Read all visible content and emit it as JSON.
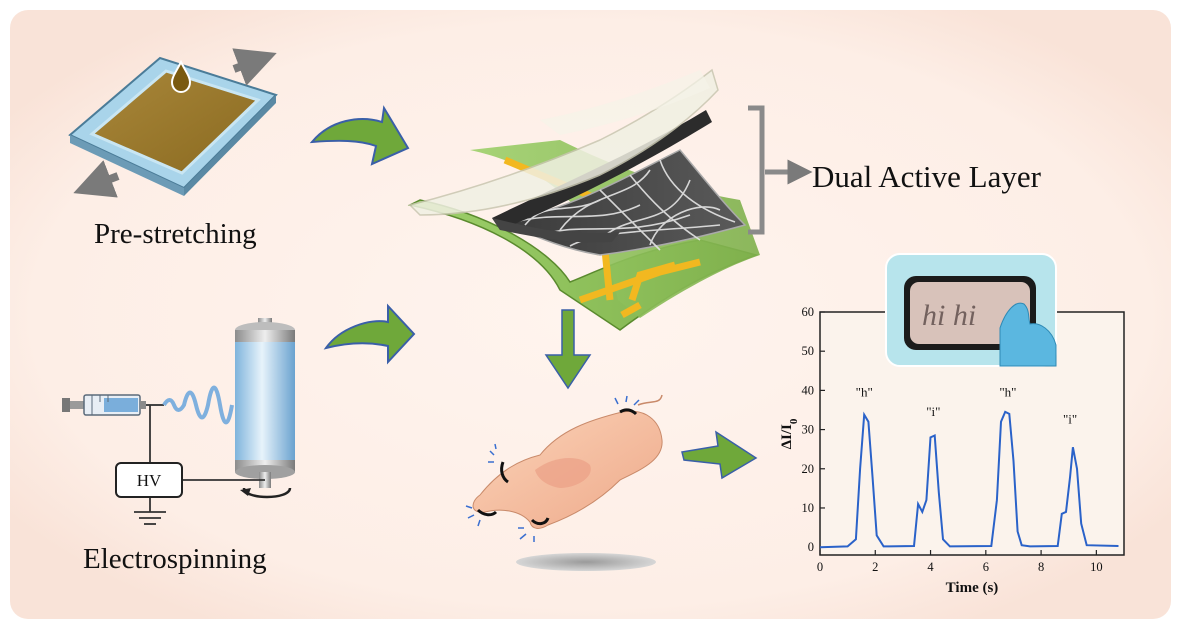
{
  "labels": {
    "pre_stretching": "Pre-stretching",
    "electrospinning": "Electrospinning",
    "dual_active_layer": "Dual Active Layer",
    "hv": "HV"
  },
  "chart_data": {
    "type": "line",
    "xlabel": "Time (s)",
    "ylabel": "ΔI/I",
    "ylabel_sub": "0",
    "xlim": [
      0,
      11
    ],
    "ylim": [
      -2,
      60
    ],
    "xticks": [
      0,
      2,
      4,
      6,
      8,
      10
    ],
    "yticks": [
      0,
      10,
      20,
      30,
      40,
      50,
      60
    ],
    "grid": false,
    "series": [
      {
        "color": "#2a62c9",
        "x": [
          0,
          1.0,
          1.3,
          1.45,
          1.6,
          1.75,
          1.9,
          2.05,
          2.3,
          3.4,
          3.55,
          3.7,
          3.85,
          4.0,
          4.15,
          4.3,
          4.45,
          4.7,
          6.2,
          6.4,
          6.55,
          6.7,
          6.85,
          7.0,
          7.15,
          7.3,
          7.6,
          8.6,
          8.75,
          8.9,
          9.05,
          9.15,
          9.3,
          9.45,
          9.65,
          10.8
        ],
        "y": [
          0,
          0.2,
          2,
          20,
          33.8,
          32,
          18,
          3,
          0.2,
          0.3,
          11,
          9,
          12,
          28,
          28.5,
          14,
          2,
          0.2,
          0.3,
          12,
          32,
          34.5,
          34,
          22,
          4,
          0.5,
          0.2,
          0.3,
          8.5,
          9,
          18,
          25.5,
          20,
          6,
          0.5,
          0.3
        ]
      }
    ],
    "annotations": [
      {
        "text": "\"h\"",
        "x": 1.6,
        "y": 38.5
      },
      {
        "text": "\"i\"",
        "x": 4.1,
        "y": 33.5
      },
      {
        "text": "\"h\"",
        "x": 6.8,
        "y": 38.5
      },
      {
        "text": "\"i\"",
        "x": 9.05,
        "y": 31.5
      }
    ]
  },
  "inset": {
    "handwriting": "hi hi"
  },
  "colors": {
    "panel_background": "#fdeee6",
    "arrow_green": "#6fa83a",
    "arrow_outline": "#3a5fa8",
    "film_brown": "#9b7a2a",
    "film_frame": "#a9d4ea",
    "electrode_gold": "#f2b820",
    "substrate_green": "#8fbf5e",
    "trace_blue": "#2a62c9"
  }
}
